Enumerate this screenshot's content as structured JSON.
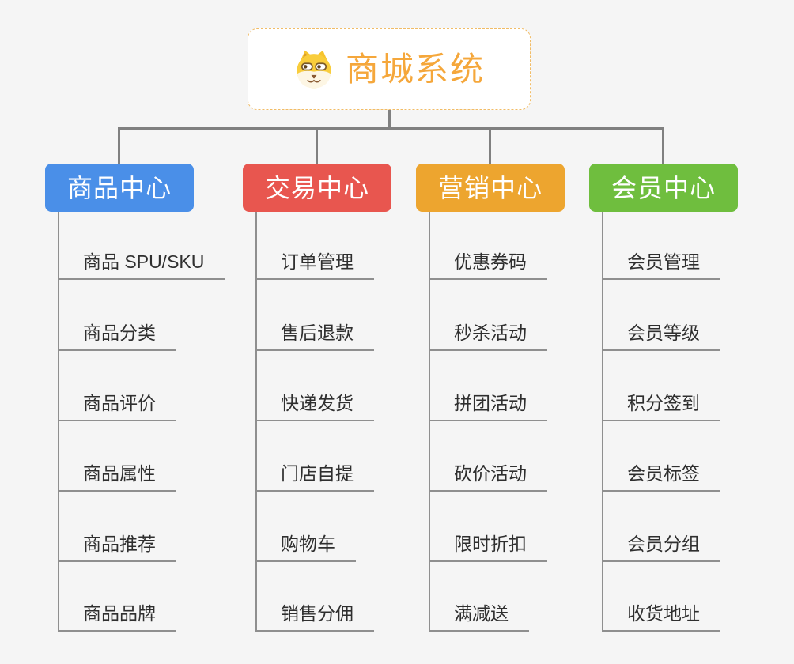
{
  "root": {
    "title": "商城系统",
    "icon": "dog-face-icon"
  },
  "branches": [
    {
      "label": "商品中心",
      "color": "#4a8fe8",
      "items": [
        "商品 SPU/SKU",
        "商品分类",
        "商品评价",
        "商品属性",
        "商品推荐",
        "商品品牌"
      ]
    },
    {
      "label": "交易中心",
      "color": "#e8564f",
      "items": [
        "订单管理",
        "售后退款",
        "快递发货",
        "门店自提",
        "购物车",
        "销售分佣"
      ]
    },
    {
      "label": "营销中心",
      "color": "#eda52f",
      "items": [
        "优惠券码",
        "秒杀活动",
        "拼团活动",
        "砍价活动",
        "限时折扣",
        "满减送"
      ]
    },
    {
      "label": "会员中心",
      "color": "#6fbe3e",
      "items": [
        "会员管理",
        "会员等级",
        "积分签到",
        "会员标签",
        "会员分组",
        "收货地址"
      ]
    }
  ],
  "colors": {
    "background": "#f5f5f5",
    "connector": "#808080",
    "sub_connector": "#8f8f8f",
    "item_text": "#2f2f2f",
    "root_text": "#f5a73b",
    "root_border": "#f1bc66",
    "node_text": "#ffffff"
  }
}
